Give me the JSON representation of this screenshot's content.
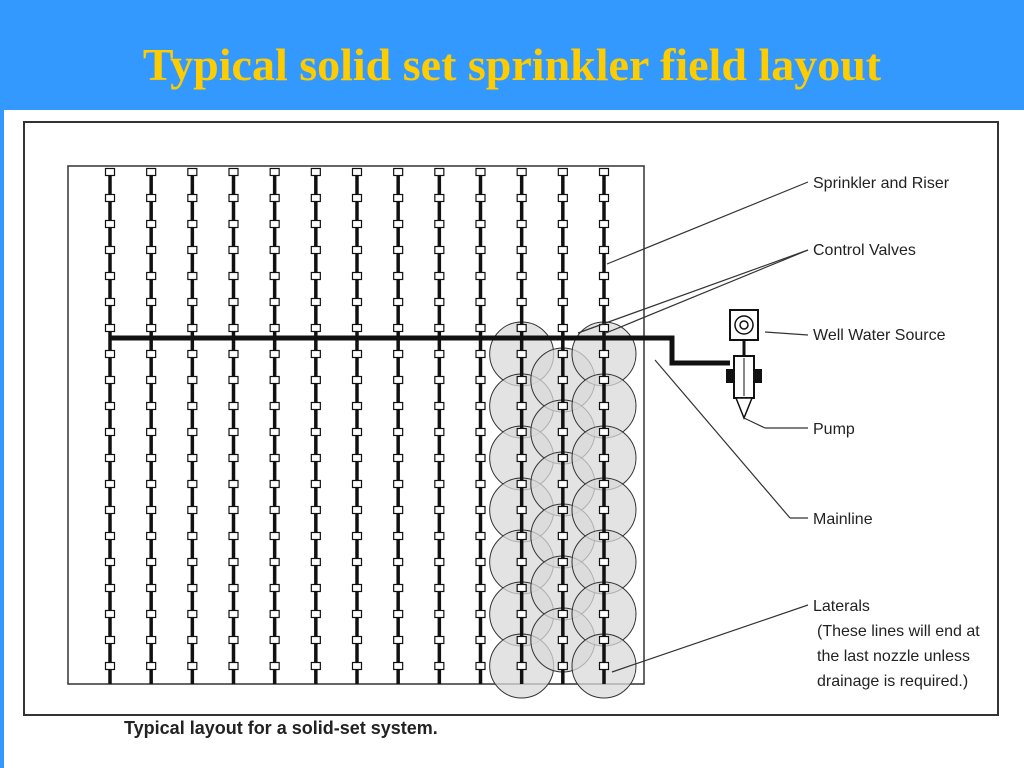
{
  "slide": {
    "title": "Typical solid set sprinkler field layout",
    "header_color": "#3399ff",
    "title_color": "#ffcc00"
  },
  "diagram": {
    "caption": "Typical layout for a solid-set system.",
    "labels": {
      "sprinkler_riser": "Sprinkler and Riser",
      "control_valves": "Control Valves",
      "well_water_source": "Well Water Source",
      "pump": "Pump",
      "mainline": "Mainline",
      "laterals": "Laterals",
      "laterals_note": [
        "(These lines will end at",
        "the last nozzle unless",
        "drainage is required.)"
      ]
    },
    "lateral_count": 13,
    "sprinklers_per_lateral": 20,
    "wetted_lateral_count": 3,
    "colors": {
      "pipe": "#111111",
      "wetted_fill": "#d9d9d9",
      "frame": "#333333"
    }
  }
}
